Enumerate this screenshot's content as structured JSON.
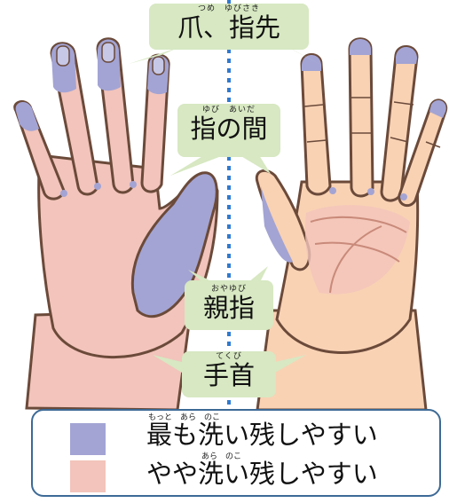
{
  "labels": {
    "nails": {
      "ruby": "つめ　ゆびさき",
      "text": "爪、指先"
    },
    "between": {
      "ruby": "ゆび　あいだ",
      "text": "指の間"
    },
    "thumb": {
      "ruby": "おやゆび",
      "text": "親指"
    },
    "wrist": {
      "ruby": "てくび",
      "text": "手首"
    }
  },
  "legend": {
    "most": {
      "ruby": "もっと　あら　のこ",
      "text": "最も洗い残しやすい",
      "color": "#a3a4d4"
    },
    "somewhat": {
      "ruby": "あら　のこ",
      "text": "やや洗い残しやすい",
      "color": "#f2c4bb"
    }
  },
  "colors": {
    "skin": "#f9d2b4",
    "skin_outline": "#6b4a3a",
    "most_area": "#a3a4d4",
    "somewhat_area": "#f2c4bb",
    "callout": "#d7e8c2",
    "center_line": "#2f7ad1",
    "legend_border": "#3d6a96"
  }
}
